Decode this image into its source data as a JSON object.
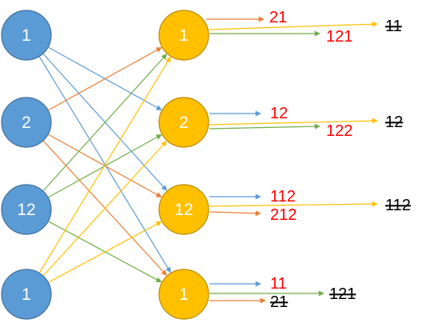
{
  "colors": {
    "input_fill": "#5b9bd5",
    "input_stroke": "#41719c",
    "output_fill": "#ffc000",
    "output_stroke": "#bc8c00",
    "blue": "#5b9bd5",
    "orange": "#ed7d31",
    "green": "#70ad47",
    "gold": "#ffc000",
    "red_text": "#ff0000",
    "black_text": "#000000"
  },
  "input_nodes": [
    {
      "label": "1"
    },
    {
      "label": "2"
    },
    {
      "label": "12"
    },
    {
      "label": "1"
    }
  ],
  "output_nodes": [
    {
      "label": "1"
    },
    {
      "label": "2"
    },
    {
      "label": "12"
    },
    {
      "label": "1"
    }
  ],
  "connections": [
    {
      "from": 0,
      "to": 1,
      "color": "blue"
    },
    {
      "from": 0,
      "to": 2,
      "color": "blue"
    },
    {
      "from": 0,
      "to": 3,
      "color": "blue"
    },
    {
      "from": 1,
      "to": 0,
      "color": "orange"
    },
    {
      "from": 1,
      "to": 2,
      "color": "orange"
    },
    {
      "from": 1,
      "to": 3,
      "color": "orange"
    },
    {
      "from": 2,
      "to": 0,
      "color": "green"
    },
    {
      "from": 2,
      "to": 1,
      "color": "green"
    },
    {
      "from": 2,
      "to": 3,
      "color": "green"
    },
    {
      "from": 3,
      "to": 0,
      "color": "gold"
    },
    {
      "from": 3,
      "to": 1,
      "color": "gold"
    },
    {
      "from": 3,
      "to": 2,
      "color": "gold"
    }
  ],
  "outputs": [
    {
      "label": "21",
      "color": "orange",
      "text_color": "red_text",
      "strike": false
    },
    {
      "label": "121",
      "color": "green",
      "text_color": "red_text",
      "strike": false
    },
    {
      "label": "11",
      "color": "gold",
      "text_color": "black_text",
      "strike": true
    },
    {
      "label": "12",
      "color": "blue",
      "text_color": "red_text",
      "strike": false
    },
    {
      "label": "122",
      "color": "green",
      "text_color": "red_text",
      "strike": false
    },
    {
      "label": "12",
      "color": "gold",
      "text_color": "black_text",
      "strike": true
    },
    {
      "label": "112",
      "color": "blue",
      "text_color": "red_text",
      "strike": false
    },
    {
      "label": "212",
      "color": "orange",
      "text_color": "red_text",
      "strike": false
    },
    {
      "label": "112",
      "color": "gold",
      "text_color": "black_text",
      "strike": true
    },
    {
      "label": "11",
      "color": "blue",
      "text_color": "red_text",
      "strike": false
    },
    {
      "label": "21",
      "color": "orange",
      "text_color": "black_text",
      "strike": true
    },
    {
      "label": "121",
      "color": "green",
      "text_color": "black_text",
      "strike": true
    }
  ]
}
